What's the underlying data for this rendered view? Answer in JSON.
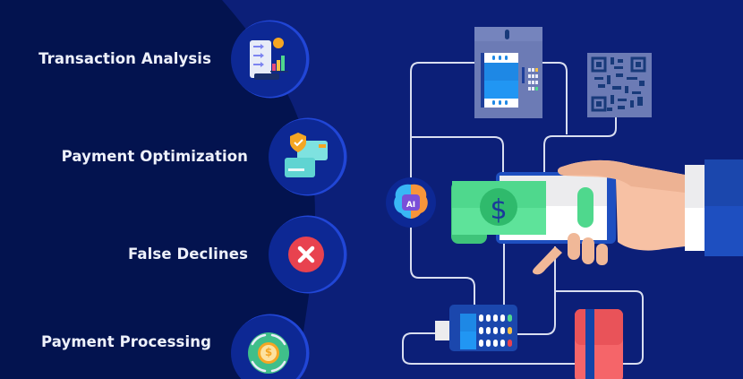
{
  "features": [
    {
      "label": "Transaction Analysis",
      "icon": "report-chart-icon"
    },
    {
      "label": "Payment Optimization",
      "icon": "secure-cards-icon"
    },
    {
      "label": "False Declines",
      "icon": "decline-x-icon"
    },
    {
      "label": "Payment Processing",
      "icon": "cycle-coin-icon"
    }
  ],
  "illustration": {
    "ai_badge": "AI",
    "cash_symbol": "$",
    "coin_symbol": "$"
  },
  "colors": {
    "panel_dark": "#03134f",
    "background": "#0c1f78",
    "bubble": "#0d2894",
    "bubble_ring": "#2146d6",
    "cash_green": "#4fd88d",
    "decline_red": "#e8424f",
    "card_red": "#ef5a62"
  }
}
